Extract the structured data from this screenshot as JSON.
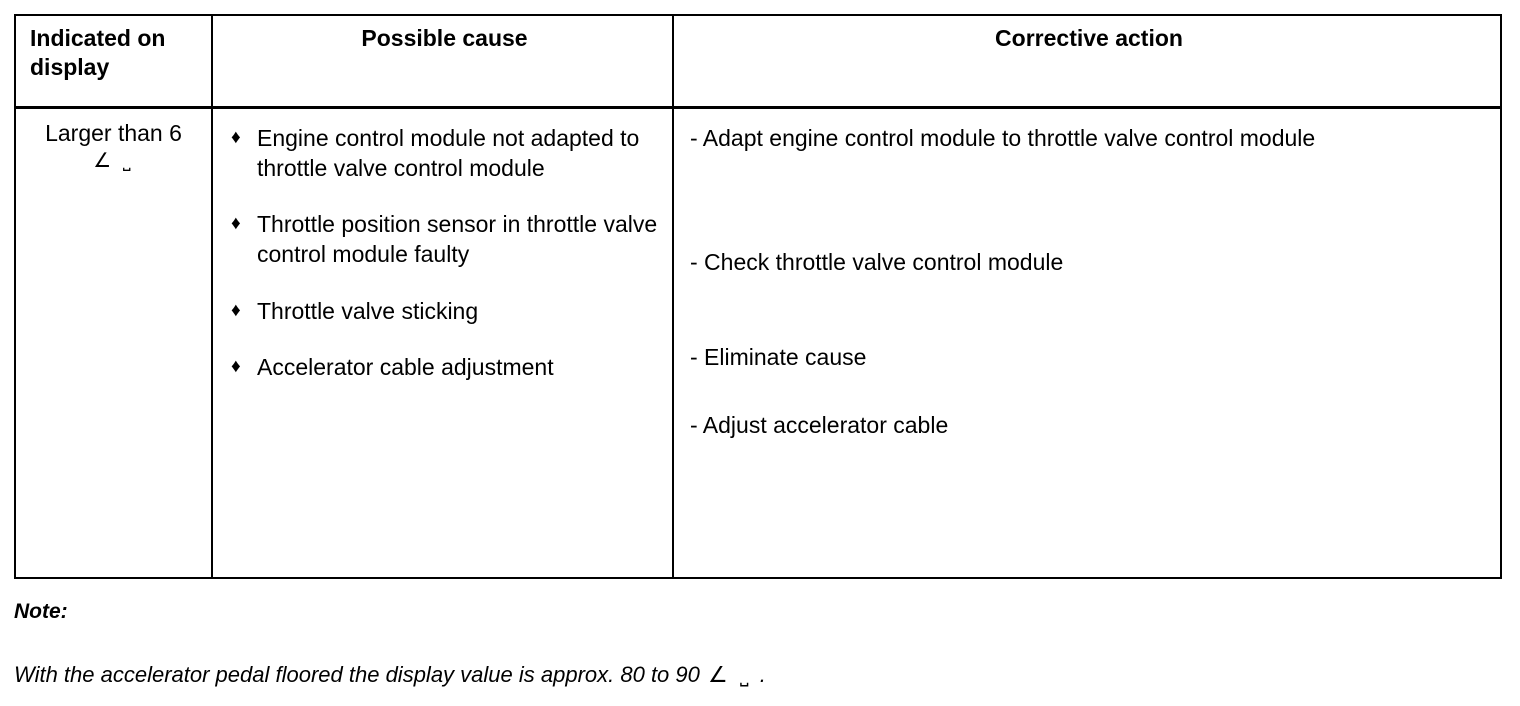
{
  "document": {
    "type": "diagnostic-fault-table"
  },
  "table": {
    "headers": {
      "col1": "Indicated on display",
      "col2": "Possible cause",
      "col3": "Corrective action"
    },
    "row": {
      "indicated": {
        "value": "Larger than 6",
        "unit_symbol": "∠ ˽"
      },
      "bullet_glyph": "♦",
      "dash_glyph": "-",
      "causes": [
        "Engine control module not adapted to throttle valve control module",
        "Throttle position sensor in throttle valve control module faulty",
        "Throttle valve sticking",
        "Accelerator cable adjustment"
      ],
      "actions": [
        "- Adapt engine control module to throttle valve control module",
        "- Check throttle valve control module",
        "- Eliminate cause",
        "- Adjust accelerator cable"
      ]
    }
  },
  "note": {
    "heading": "Note:",
    "text_before": "With the accelerator pedal floored the display value is approx. 80 to 90",
    "unit_symbol": "∠ ˽",
    "text_after": "."
  },
  "colors": {
    "text": "#000000",
    "background": "#ffffff",
    "border": "#000000"
  }
}
